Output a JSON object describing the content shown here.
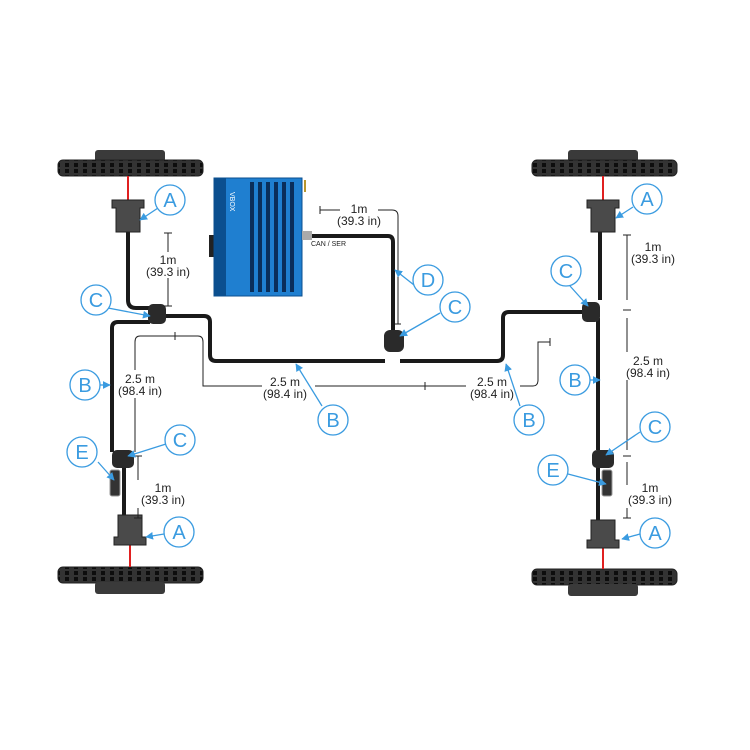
{
  "device": {
    "brand": "VBOX",
    "port_label": "CAN / SER"
  },
  "colors": {
    "accent": "#3a9be0",
    "device": "#1f7fd0",
    "cable": "#1a1a1a",
    "sensor_line": "#e02020"
  },
  "labels": {
    "a": "A",
    "b": "B",
    "c": "C",
    "d": "D",
    "e": "E"
  },
  "dims": {
    "short_m": "1m",
    "short_in": "(39.3 in)",
    "long_m": "2.5 m",
    "long_in": "(98.4 in)"
  }
}
